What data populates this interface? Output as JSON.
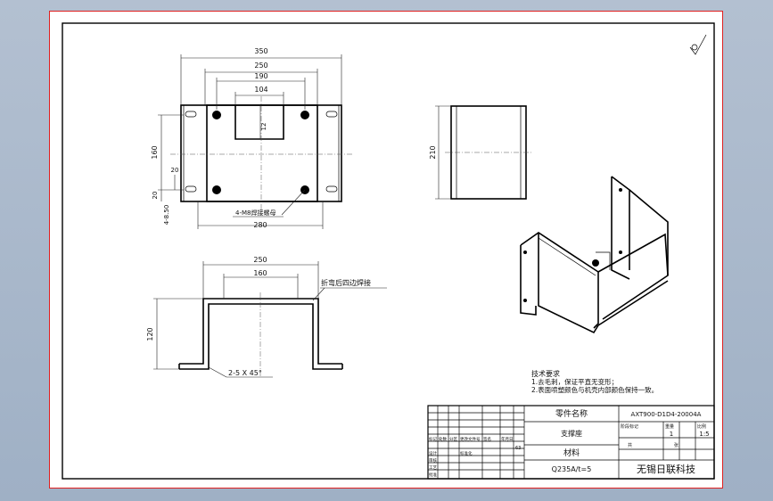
{
  "drawing": {
    "surface_symbol": "√",
    "top_view": {
      "dim_350": "350",
      "dim_250": "250",
      "dim_190": "190",
      "dim_104": "104",
      "dim_12": "12",
      "dim_160": "160",
      "dim_20a": "20",
      "dim_20b": "20",
      "dim_280": "280",
      "dim_side": "4-8.50",
      "nut_note": "4-M8焊接螺母"
    },
    "front_view": {
      "dim_250": "250",
      "dim_160": "160",
      "dim_height": "120",
      "bend_note": "折弯后四边焊接",
      "chamfer_note": "2-5 X 45°"
    },
    "side_view": {
      "dim_210": "210"
    },
    "tech_notes": {
      "title": "技术要求",
      "line1": "1.去毛刺，保证平直无变形；",
      "line2": "2.表面喷塑颜色与机壳内部颜色保持一致。"
    },
    "title_block": {
      "part_name_label": "零件名称",
      "drawing_number": "AXT900-D1D4-20004A",
      "part_name": "支撑座",
      "material_label": "材料",
      "material": "Q235A/t=5",
      "company": "无锡日联科技",
      "quantity": "1",
      "scale": "1:5",
      "row_labels": [
        "标记",
        "处数",
        "分区",
        "更改文件号",
        "签名",
        "年月日"
      ],
      "sign_labels": [
        "设计",
        "标准化",
        "审核",
        "工艺",
        "批准"
      ],
      "page_mark": "共",
      "page_mark2": "张",
      "weight_label": "重量",
      "scale_label": "比例",
      "stage_label": "阶段标记",
      "small_value": "63"
    }
  }
}
